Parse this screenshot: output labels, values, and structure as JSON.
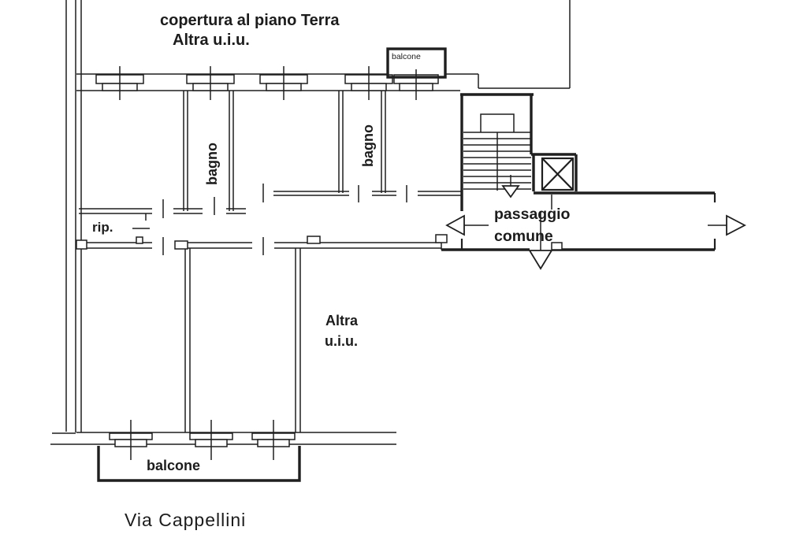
{
  "page": {
    "type": "scanned-floor-plan",
    "colors": {
      "ink": "#1f1f1f",
      "paper": "#ffffff"
    }
  },
  "labels": {
    "coverage_title": "copertura al piano Terra",
    "other_unit_top": "Altra u.i.u.",
    "balcony_top": "balcone",
    "bathroom_left": "bagno",
    "bathroom_right": "bagno",
    "storage": "rip.",
    "passage_line1": "passaggio",
    "passage_line2": "comune",
    "other_unit_mid_line1": "Altra",
    "other_unit_mid_line2": "u.i.u.",
    "balcony_bottom": "balcone",
    "street_name": "Via Cappellini"
  },
  "icons": {
    "stairs": "stairs-symbol",
    "elevator": "elevator-x-symbol",
    "exit_arrows": [
      "arrow-left",
      "arrow-right",
      "arrow-down"
    ],
    "windows": "window-sill-symbol"
  }
}
